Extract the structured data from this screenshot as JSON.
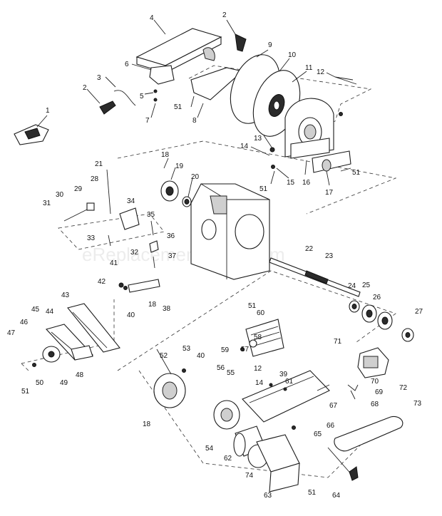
{
  "watermark": "eReplacementParts.com",
  "callouts": [
    "1",
    "2",
    "3",
    "4",
    "5",
    "6",
    "7",
    "8",
    "9",
    "10",
    "11",
    "12",
    "13",
    "14",
    "15",
    "16",
    "17",
    "18",
    "19",
    "20",
    "21",
    "22",
    "23",
    "24",
    "25",
    "26",
    "27",
    "28",
    "29",
    "30",
    "31",
    "32",
    "33",
    "34",
    "35",
    "36",
    "37",
    "38",
    "39",
    "40",
    "41",
    "42",
    "43",
    "44",
    "45",
    "46",
    "47",
    "48",
    "49",
    "50",
    "51",
    "52",
    "53",
    "54",
    "55",
    "56",
    "57",
    "58",
    "59",
    "60",
    "61",
    "62",
    "63",
    "64",
    "65",
    "66",
    "67",
    "68",
    "69",
    "70",
    "71",
    "72",
    "73",
    "74"
  ]
}
